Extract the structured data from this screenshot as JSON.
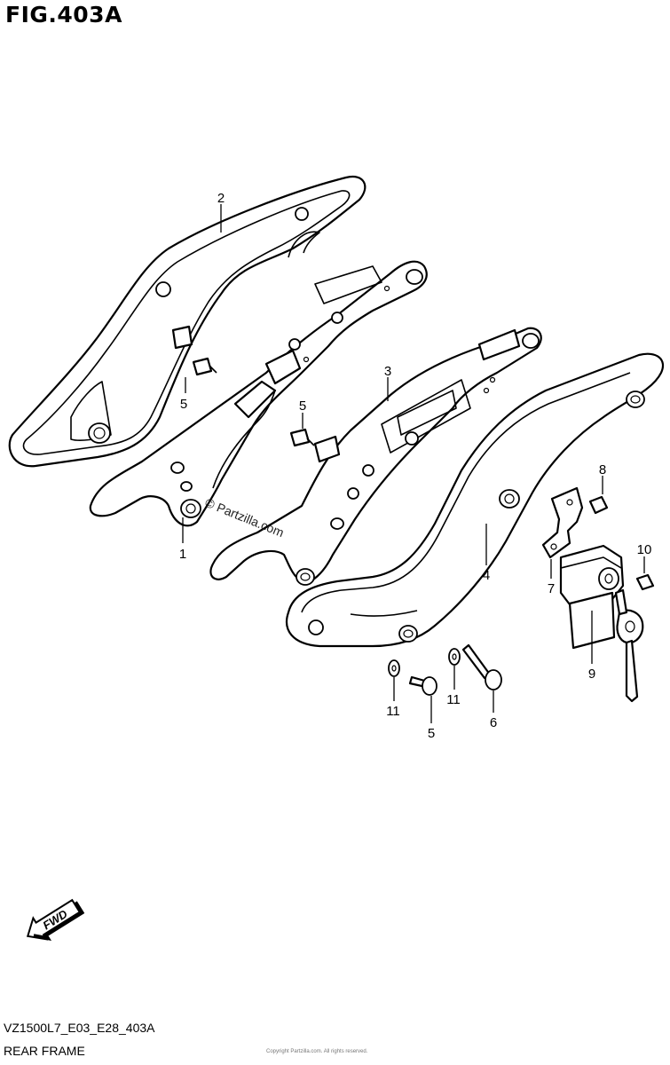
{
  "figure": {
    "title": "FIG.403A",
    "model_code": "VZ1500L7_E03_E28_403A",
    "name": "REAR FRAME",
    "footer_fine_print": "Copyright Partzilla.com. All rights reserved."
  },
  "watermark": "© Partzilla.com",
  "direction_indicator": "FWD",
  "callouts": [
    {
      "part": "2",
      "label": "2"
    },
    {
      "part": "3",
      "label": "3"
    },
    {
      "part": "5-a",
      "label": "5"
    },
    {
      "part": "5-b",
      "label": "5"
    },
    {
      "part": "1",
      "label": "1"
    },
    {
      "part": "8",
      "label": "8"
    },
    {
      "part": "10",
      "label": "10"
    },
    {
      "part": "4",
      "label": "4"
    },
    {
      "part": "7",
      "label": "7"
    },
    {
      "part": "9",
      "label": "9"
    },
    {
      "part": "11-a",
      "label": "11"
    },
    {
      "part": "11-b",
      "label": "11"
    },
    {
      "part": "5-c",
      "label": "5"
    },
    {
      "part": "6",
      "label": "6"
    }
  ]
}
